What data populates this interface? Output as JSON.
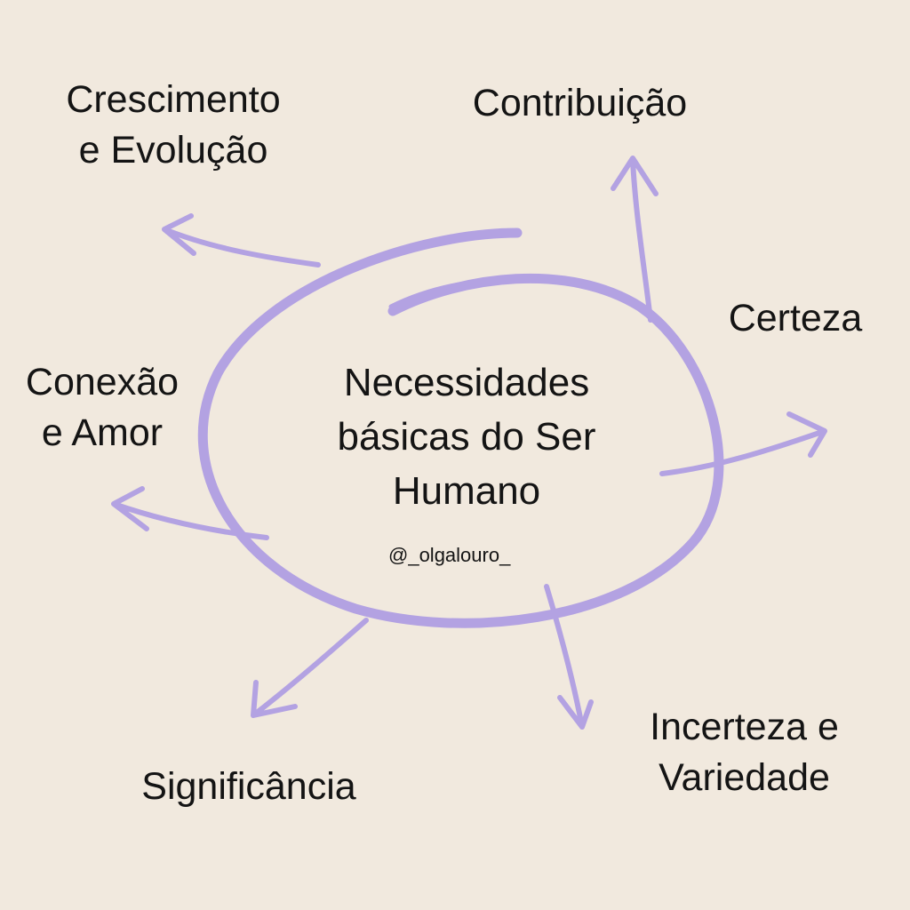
{
  "colors": {
    "background": "#f1e9de",
    "accent": "#b3a2e2",
    "text": "#141414"
  },
  "center": {
    "line1": "Necessidades",
    "line2": "básicas do Ser",
    "line3": "Humano",
    "handle": "@_olgalouro_"
  },
  "needs": {
    "growth": {
      "line1": "Crescimento",
      "line2": "e Evolução"
    },
    "contribution": {
      "line1": "Contribuição"
    },
    "certainty": {
      "line1": "Certeza"
    },
    "connection": {
      "line1": "Conexão",
      "line2": "e Amor"
    },
    "significance": {
      "line1": "Significância"
    },
    "variety": {
      "line1": "Incerteza e",
      "line2": "Variedade"
    }
  }
}
